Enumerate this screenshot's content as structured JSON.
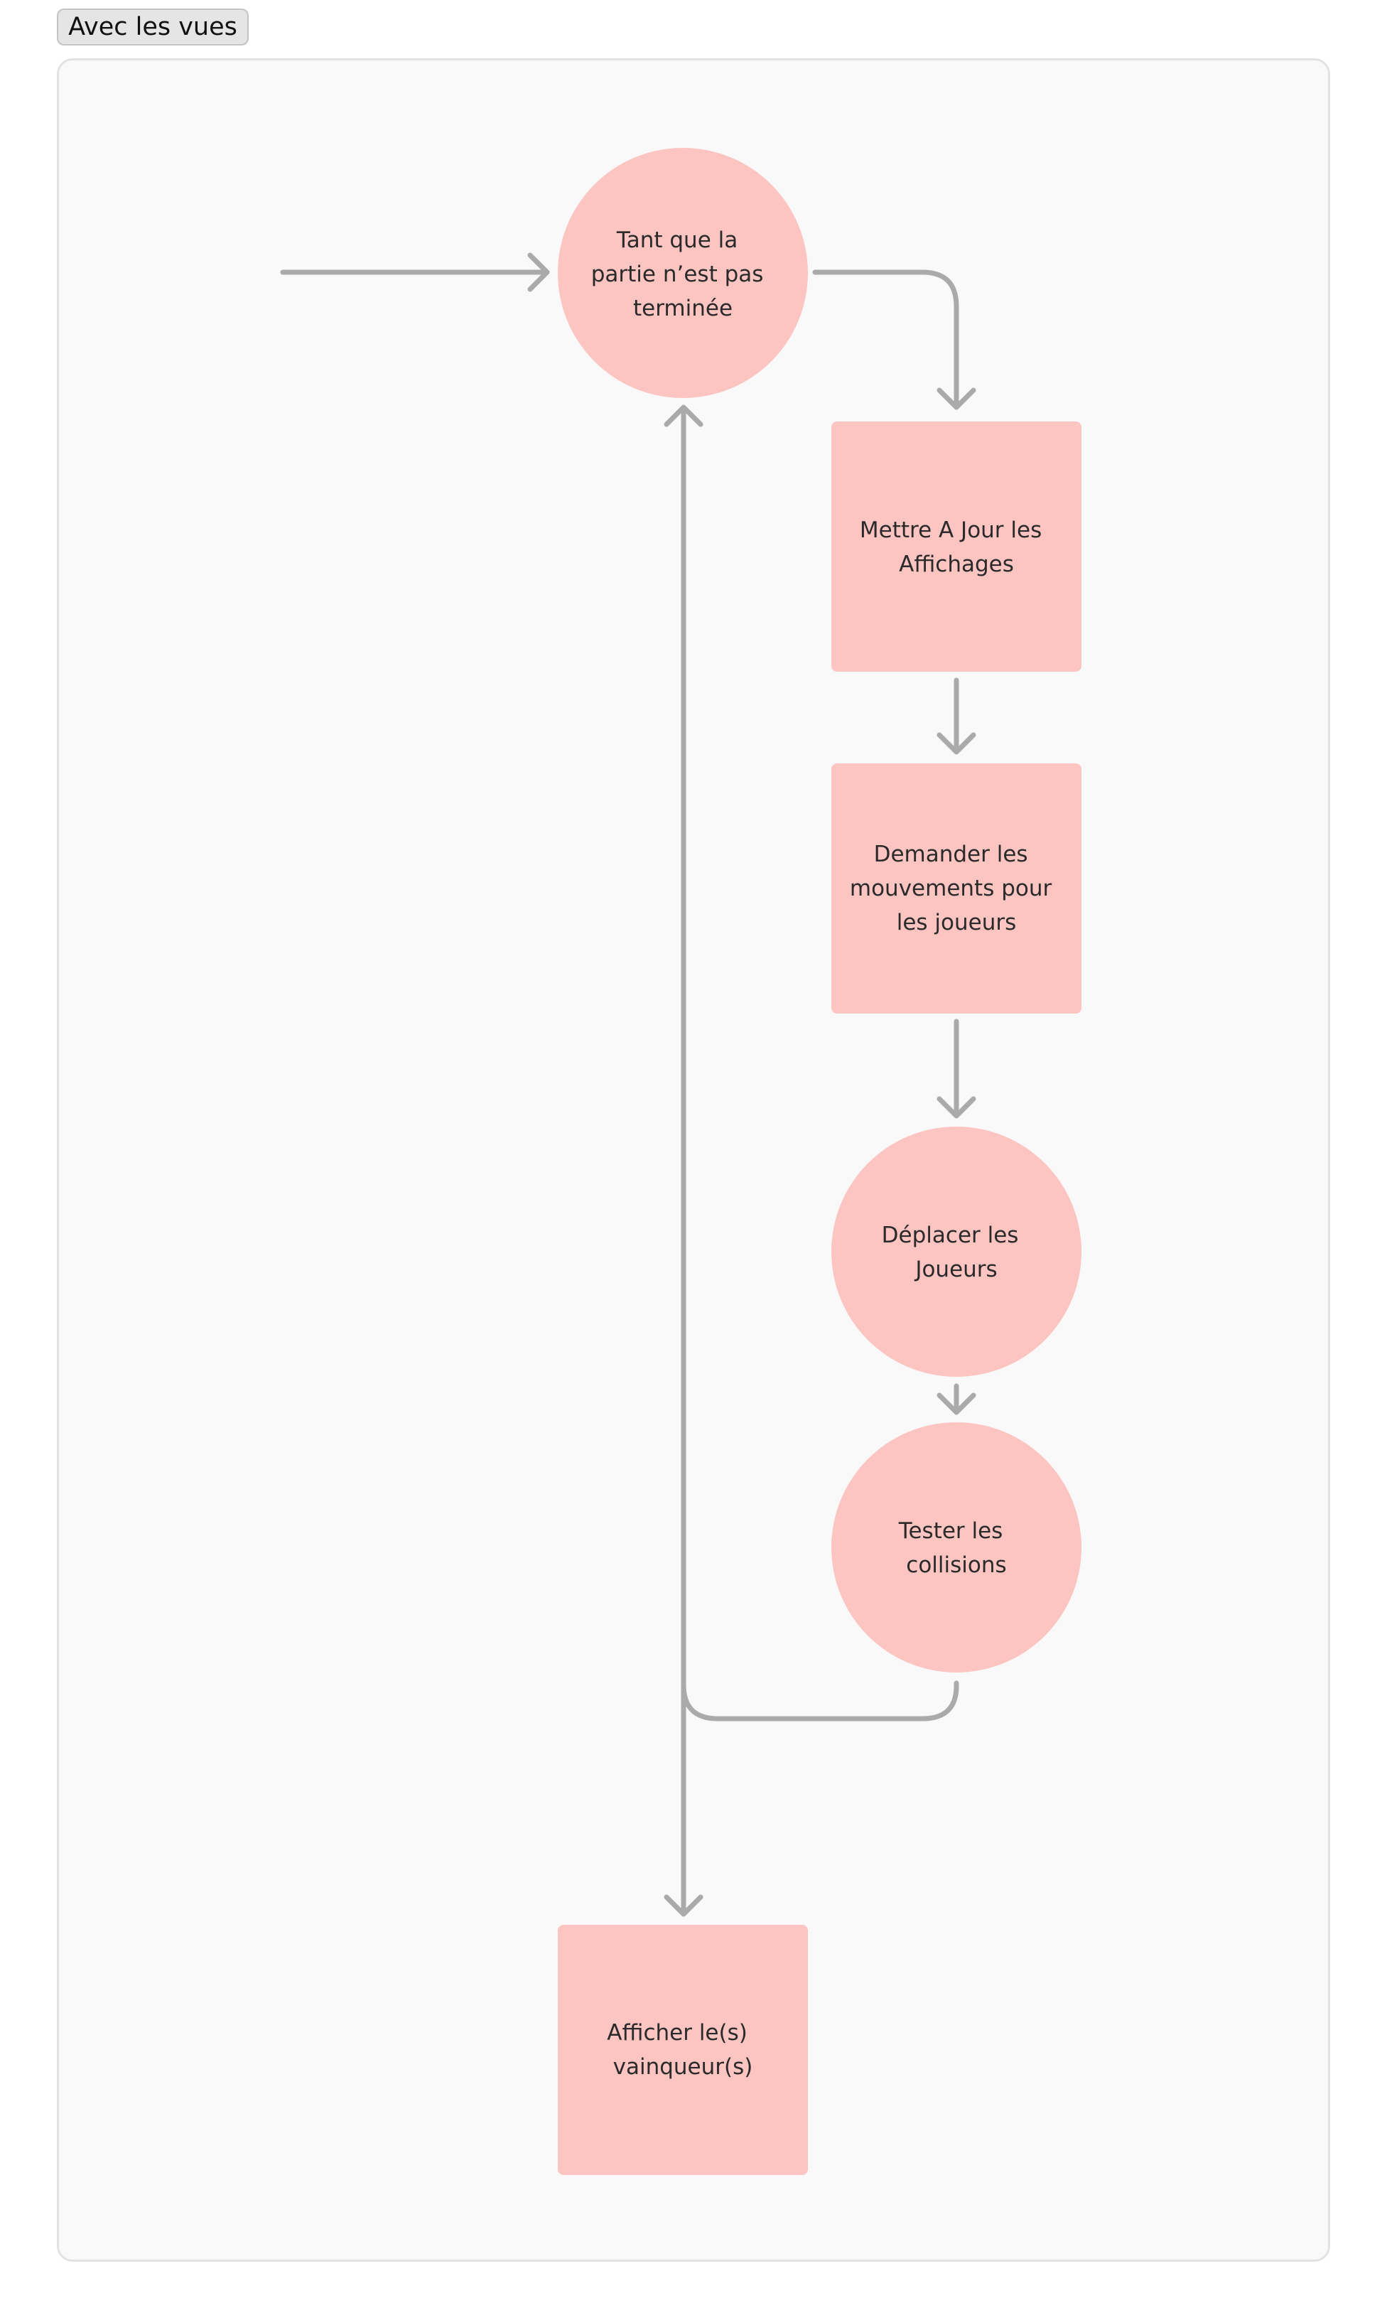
{
  "tab": {
    "label": "Avec les vues"
  },
  "colors": {
    "node_fill": "#fcc5c1",
    "edge": "#aaaaaa",
    "canvas": "#f9f9f9",
    "text": "#2a2a2a"
  },
  "nodes": {
    "loop": {
      "shape": "circle",
      "lines": [
        "Tant que la",
        "partie n’est pas",
        "terminée"
      ]
    },
    "update_displays": {
      "shape": "rect",
      "lines": [
        "Mettre A Jour les",
        "Affichages"
      ]
    },
    "ask_moves": {
      "shape": "rect",
      "lines": [
        "Demander les",
        "mouvements pour",
        "les joueurs"
      ]
    },
    "move_players": {
      "shape": "circle",
      "lines": [
        "Déplacer les",
        "Joueurs"
      ]
    },
    "test_collisions": {
      "shape": "circle",
      "lines": [
        "Tester les",
        "collisions"
      ]
    },
    "show_winners": {
      "shape": "rect",
      "lines": [
        "Afficher le(s)",
        "vainqueur(s)"
      ]
    }
  }
}
